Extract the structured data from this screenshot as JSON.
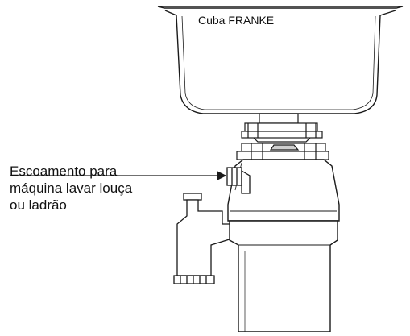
{
  "diagram": {
    "sink_label": "Cuba FRANKE",
    "callout_lines": [
      "Escoamento para",
      "máquina lavar louça",
      "ou ladrão"
    ],
    "colors": {
      "line": "#1a1a1a",
      "fill": "#ffffff",
      "text": "#111111"
    }
  }
}
